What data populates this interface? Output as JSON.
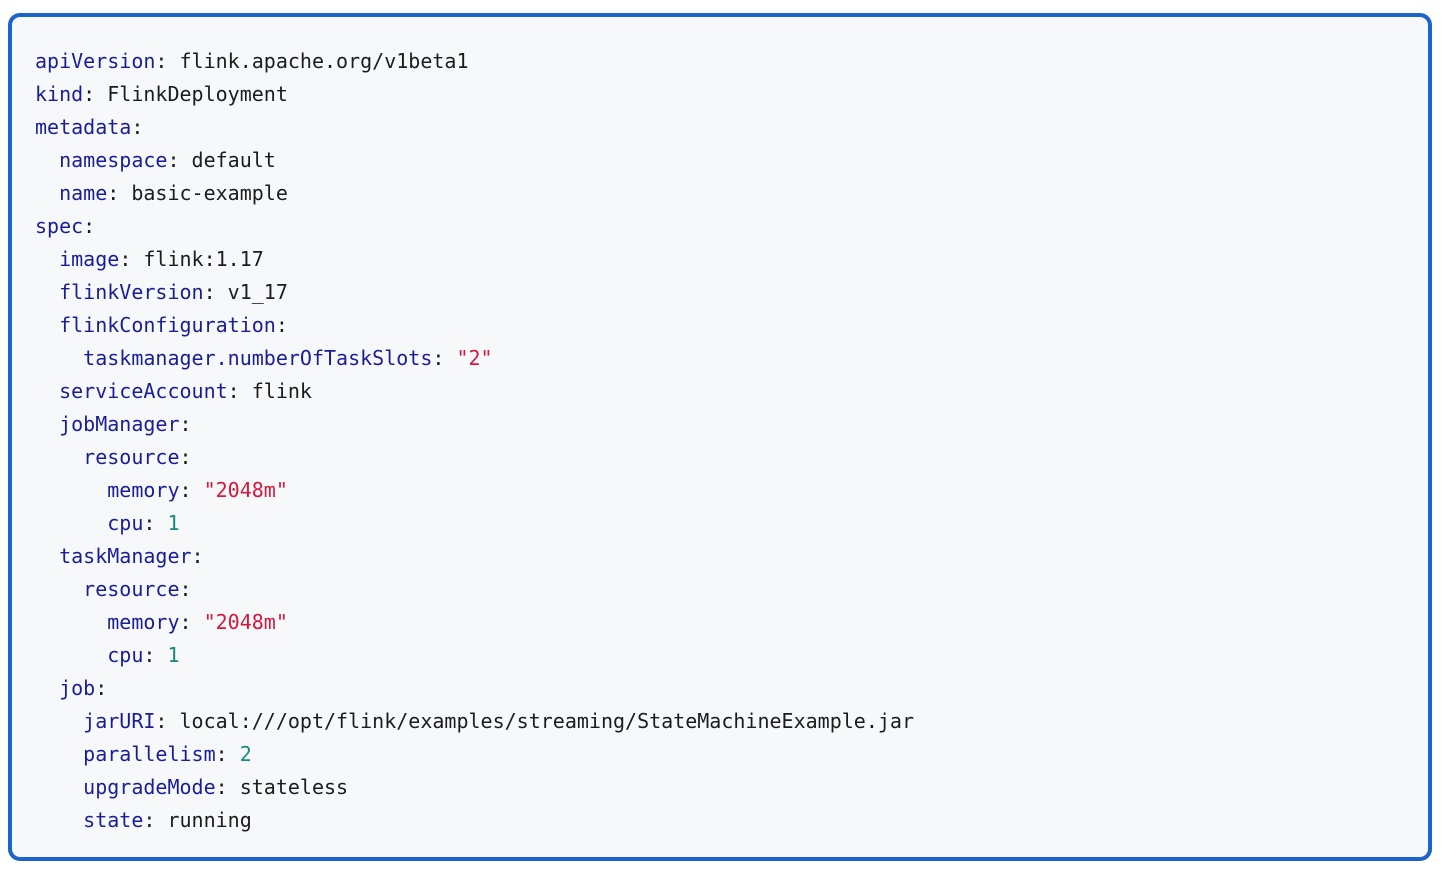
{
  "colors": {
    "page_bg": "#ffffff",
    "card_bg": "#f6f8fa",
    "border": "#1b63cd",
    "key": "#1a1e96",
    "plain": "#1c1c1c",
    "string": "#d5183d",
    "number": "#15897c"
  },
  "code": {
    "language": "yaml",
    "lines": [
      {
        "tokens": [
          [
            "key",
            "apiVersion"
          ],
          [
            "plain",
            ": flink.apache.org/v1beta1"
          ]
        ]
      },
      {
        "tokens": [
          [
            "key",
            "kind"
          ],
          [
            "plain",
            ": FlinkDeployment"
          ]
        ]
      },
      {
        "tokens": [
          [
            "key",
            "metadata"
          ],
          [
            "plain",
            ":"
          ]
        ]
      },
      {
        "tokens": [
          [
            "plain",
            "  "
          ],
          [
            "key",
            "namespace"
          ],
          [
            "plain",
            ": default"
          ]
        ]
      },
      {
        "tokens": [
          [
            "plain",
            "  "
          ],
          [
            "key",
            "name"
          ],
          [
            "plain",
            ": basic-example"
          ]
        ]
      },
      {
        "tokens": [
          [
            "key",
            "spec"
          ],
          [
            "plain",
            ":"
          ]
        ]
      },
      {
        "tokens": [
          [
            "plain",
            "  "
          ],
          [
            "key",
            "image"
          ],
          [
            "plain",
            ": flink:1.17"
          ]
        ]
      },
      {
        "tokens": [
          [
            "plain",
            "  "
          ],
          [
            "key",
            "flinkVersion"
          ],
          [
            "plain",
            ": v1_17"
          ]
        ]
      },
      {
        "tokens": [
          [
            "plain",
            "  "
          ],
          [
            "key",
            "flinkConfiguration"
          ],
          [
            "plain",
            ":"
          ]
        ]
      },
      {
        "tokens": [
          [
            "plain",
            "    "
          ],
          [
            "key",
            "taskmanager.numberOfTaskSlots"
          ],
          [
            "plain",
            ": "
          ],
          [
            "str",
            "\"2\""
          ]
        ]
      },
      {
        "tokens": [
          [
            "plain",
            "  "
          ],
          [
            "key",
            "serviceAccount"
          ],
          [
            "plain",
            ": flink"
          ]
        ]
      },
      {
        "tokens": [
          [
            "plain",
            "  "
          ],
          [
            "key",
            "jobManager"
          ],
          [
            "plain",
            ":"
          ]
        ]
      },
      {
        "tokens": [
          [
            "plain",
            "    "
          ],
          [
            "key",
            "resource"
          ],
          [
            "plain",
            ":"
          ]
        ]
      },
      {
        "tokens": [
          [
            "plain",
            "      "
          ],
          [
            "key",
            "memory"
          ],
          [
            "plain",
            ": "
          ],
          [
            "str",
            "\"2048m\""
          ]
        ]
      },
      {
        "tokens": [
          [
            "plain",
            "      "
          ],
          [
            "key",
            "cpu"
          ],
          [
            "plain",
            ": "
          ],
          [
            "num",
            "1"
          ]
        ]
      },
      {
        "tokens": [
          [
            "plain",
            "  "
          ],
          [
            "key",
            "taskManager"
          ],
          [
            "plain",
            ":"
          ]
        ]
      },
      {
        "tokens": [
          [
            "plain",
            "    "
          ],
          [
            "key",
            "resource"
          ],
          [
            "plain",
            ":"
          ]
        ]
      },
      {
        "tokens": [
          [
            "plain",
            "      "
          ],
          [
            "key",
            "memory"
          ],
          [
            "plain",
            ": "
          ],
          [
            "str",
            "\"2048m\""
          ]
        ]
      },
      {
        "tokens": [
          [
            "plain",
            "      "
          ],
          [
            "key",
            "cpu"
          ],
          [
            "plain",
            ": "
          ],
          [
            "num",
            "1"
          ]
        ]
      },
      {
        "tokens": [
          [
            "plain",
            "  "
          ],
          [
            "key",
            "job"
          ],
          [
            "plain",
            ":"
          ]
        ]
      },
      {
        "tokens": [
          [
            "plain",
            "    "
          ],
          [
            "key",
            "jarURI"
          ],
          [
            "plain",
            ": local:///opt/flink/examples/streaming/StateMachineExample.jar"
          ]
        ]
      },
      {
        "tokens": [
          [
            "plain",
            "    "
          ],
          [
            "key",
            "parallelism"
          ],
          [
            "plain",
            ": "
          ],
          [
            "num",
            "2"
          ]
        ]
      },
      {
        "tokens": [
          [
            "plain",
            "    "
          ],
          [
            "key",
            "upgradeMode"
          ],
          [
            "plain",
            ": stateless"
          ]
        ]
      },
      {
        "tokens": [
          [
            "plain",
            "    "
          ],
          [
            "key",
            "state"
          ],
          [
            "plain",
            ": running"
          ]
        ]
      }
    ]
  }
}
